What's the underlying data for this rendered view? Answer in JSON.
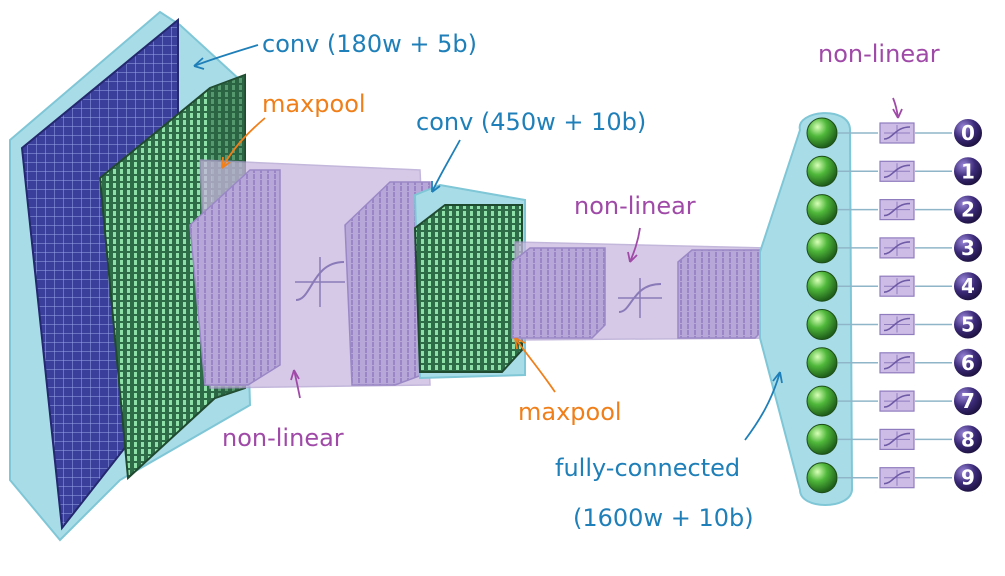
{
  "labels": {
    "conv1": "conv (180w + 5b)",
    "maxpool1": "maxpool",
    "conv2": "conv (450w + 10b)",
    "nonlinear_top": "non-linear",
    "nonlinear_mid": "non-linear",
    "nonlinear_bottom": "non-linear",
    "maxpool2": "maxpool",
    "fc_line1": "fully-connected",
    "fc_line2": "(1600w + 10b)"
  },
  "outputs": [
    "0",
    "1",
    "2",
    "3",
    "4",
    "5",
    "6",
    "7",
    "8",
    "9"
  ],
  "colors": {
    "conv_label": "#1f7fb8",
    "maxpool_label": "#f07f1a",
    "nonlinear_label": "#a04aa8",
    "cyan_band": "#a8dde8",
    "purple_band": "#c9b8e0",
    "input_plane": "#3a3a9a",
    "green_block": "#3f8f5a",
    "output_circle": "#3b2a78",
    "neuron": "#3aa02a"
  }
}
